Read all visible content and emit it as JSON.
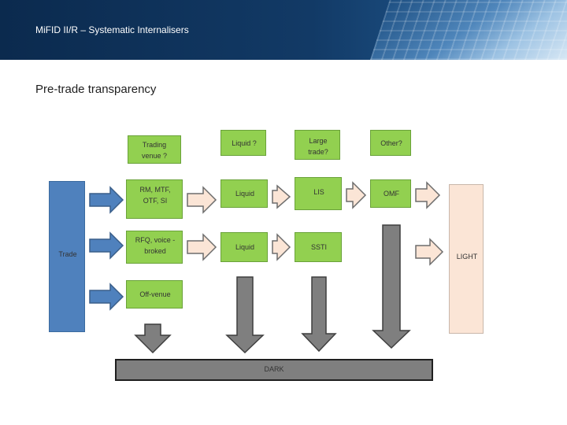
{
  "header": {
    "title": "MiFID II/R – Systematic Internalisers"
  },
  "section_title": "Pre-trade transparency",
  "column_headers": {
    "trading_venue": "Trading venue ?",
    "liquid": "Liquid ?",
    "large_trade": "Large trade?",
    "other": "Other?"
  },
  "boxes": {
    "trade": "Trade",
    "rm_mtf": "RM, MTF, OTF, SI",
    "rfq": "RFQ, voice - broked",
    "off_venue": "Off-venue",
    "liquid_1": "Liquid",
    "liquid_2": "Liquid",
    "lis": "LIS",
    "ssti": "SSTI",
    "omf": "OMF",
    "light": "LIGHT",
    "dark": "DARK"
  },
  "colors": {
    "banner": "#123a66",
    "trade_column": "#4f81bd",
    "venue_boxes": "#92d050",
    "light_column": "#fbe5d6",
    "dark_bar": "#7f7f7f",
    "arrow_blue": "#4f81bd",
    "arrow_peach": "#fbe5d6",
    "arrow_gray": "#7f7f7f"
  }
}
